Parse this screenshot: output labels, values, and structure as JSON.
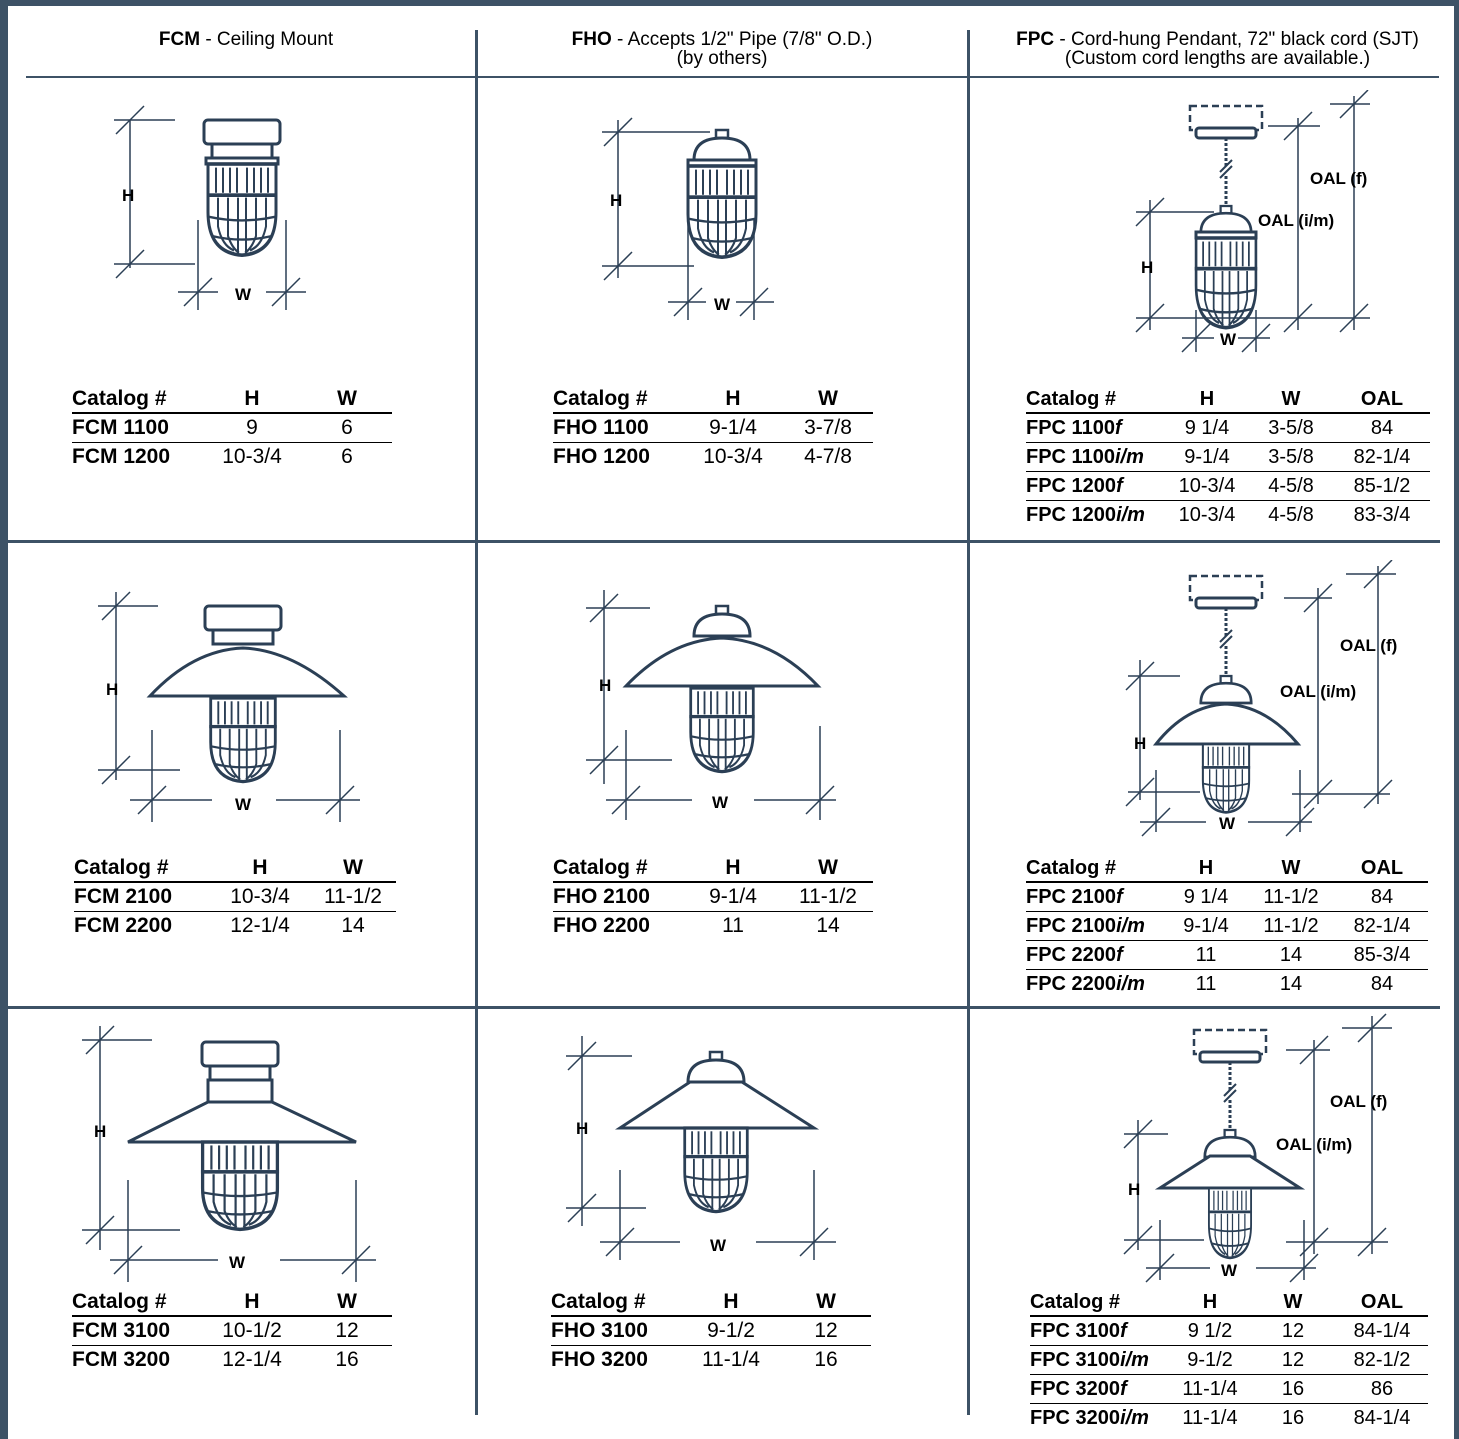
{
  "columns": [
    {
      "code": "FCM",
      "desc": " - Ceiling Mount",
      "desc2": ""
    },
    {
      "code": "FHO",
      "desc": " - Accepts 1/2\" Pipe (7/8\" O.D.)",
      "desc2": "(by others)"
    },
    {
      "code": "FPC",
      "desc": " - Cord-hung Pendant, 72\" black cord (SJT)",
      "desc2": "(Custom cord lengths are available.)"
    }
  ],
  "headers": {
    "catalog": "Catalog #",
    "h": "H",
    "w": "W",
    "oal": "OAL"
  },
  "dim_labels": {
    "h": "H",
    "w": "W",
    "oal_f": "OAL (f)",
    "oal_im": "OAL (i/m)"
  },
  "tables": {
    "fcm1": [
      [
        "FCM 1100",
        "9",
        "6"
      ],
      [
        "FCM 1200",
        "10-3/4",
        "6"
      ]
    ],
    "fho1": [
      [
        "FHO 1100",
        "9-1/4",
        "3-7/8"
      ],
      [
        "FHO 1200",
        "10-3/4",
        "4-7/8"
      ]
    ],
    "fpc1": [
      [
        "FPC 1100",
        "f",
        "9 1/4",
        "3-5/8",
        "84"
      ],
      [
        "FPC 1100",
        "i/m",
        "9-1/4",
        "3-5/8",
        "82-1/4"
      ],
      [
        "FPC 1200",
        "f",
        "10-3/4",
        "4-5/8",
        "85-1/2"
      ],
      [
        "FPC 1200",
        "i/m",
        "10-3/4",
        "4-5/8",
        "83-3/4"
      ]
    ],
    "fcm2": [
      [
        "FCM 2100",
        "10-3/4",
        "11-1/2"
      ],
      [
        "FCM 2200",
        "12-1/4",
        "14"
      ]
    ],
    "fho2": [
      [
        "FHO 2100",
        "9-1/4",
        "11-1/2"
      ],
      [
        "FHO 2200",
        "11",
        "14"
      ]
    ],
    "fpc2": [
      [
        "FPC 2100",
        "f",
        "9 1/4",
        "11-1/2",
        "84"
      ],
      [
        "FPC 2100",
        "i/m",
        "9-1/4",
        "11-1/2",
        "82-1/4"
      ],
      [
        "FPC 2200",
        "f",
        "11",
        "14",
        "85-3/4"
      ],
      [
        "FPC 2200",
        "i/m",
        "11",
        "14",
        "84"
      ]
    ],
    "fcm3": [
      [
        "FCM 3100",
        "10-1/2",
        "12"
      ],
      [
        "FCM 3200",
        "12-1/4",
        "16"
      ]
    ],
    "fho3": [
      [
        "FHO 3100",
        "9-1/2",
        "12"
      ],
      [
        "FHO 3200",
        "11-1/4",
        "16"
      ]
    ],
    "fpc3": [
      [
        "FPC 3100",
        "f",
        "9 1/2",
        "12",
        "84-1/4"
      ],
      [
        "FPC 3100",
        "i/m",
        "9-1/2",
        "12",
        "82-1/2"
      ],
      [
        "FPC 3200",
        "f",
        "11-1/4",
        "16",
        "86"
      ],
      [
        "FPC 3200",
        "i/m",
        "11-1/4",
        "16",
        "84-1/4"
      ]
    ]
  },
  "colors": {
    "frame": "#3d5266",
    "line": "#2b3f55"
  }
}
